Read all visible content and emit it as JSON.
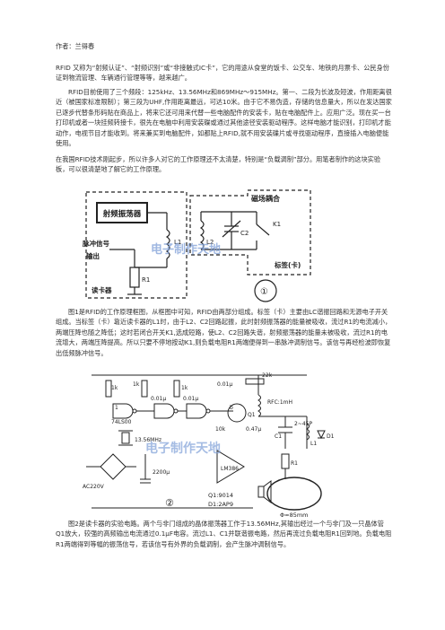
{
  "header": {
    "author": "作者：兰得春"
  },
  "paragraphs": {
    "p1": "RFID 又称为“射频认证”、“射频识别”或“非接触式IC卡”，它的用途从食堂的饭卡、公交车、地铁的月票卡、公民身份证到物流管理、车辆通行管理等等，越来越广。",
    "p2": "RFID目前使用了三个频段：125kHz、13.56MHz和869MHz～915MHz。第一、二段为长波及短波，作用距离很近（被国家标准限制）；第三段为UHF,作用距离最远，可达10米。由于它不易伪造，存储的信息量大，所以在发达国家已逐步代替条形码贴在商品上，将来它还可用来代替一些电脑配件的安装卡，贴在电脑配件上。应用广泛。现在买一台打印机或者一块挂频转接卡，很先在电脑中利用安装碟或通过其他途径安装驱动程序。这样电脑才能识别，打印机才能动作，电视节目才能收到。将来兼买到电脑配件，如都贴上RFID,就不用安装碟片或寻找驱动程序，直接插入电脑便能使用。",
    "p3": "在我国RFID技术刚起步，所以许多人对它的工作原理还不太清楚，特别是“负载调制”部分。用笔者制作的这块实验板，可以很清楚地了解它的工作原理。",
    "p4": "图1是RFID的工作原理框图，从框图中可知，RFID由两部分组成。标签（卡）主要由LC谐振回路和无源电子开关组成。当标签（卡）靠近读卡器的L1时，由于L2、C2回路起振，此时射频振荡器的能量被吸收，流过R1的电流减小，两端压降也随之降低；这时若闭合开关K1,选成短路，使L2、C2回路失谐，射频振荡器的能量未被吸收，流过R1的电流增大，两端压降提高。所以只要不停地按动K1,则负载电阻R1两端便得到一串脉冲调制信号。该信号再经检波即恢复出低频脉冲信号。",
    "p5": "图2是读卡器的实验电路。两个与非门组成的晶体振荡器工作于13.56MHz,其输出经过一个与非门及一只晶体管Q1放大，较强的高频输出电流通过0.1μF电容。流过L1、C1并联谐振电路，然后再流过负载电阻R1回到地。负载电阻R1两端得到等幅的振荡信号，若该信号有外界的负载调制，会产生脉冲调制信号。"
  },
  "figure1": {
    "coupling_label": "磁场耦合",
    "oscillator_label": "射频振荡器",
    "pulse_output_label_1": "脉冲信号",
    "pulse_output_label_2": "输出",
    "reader_label": "读卡器",
    "tag_label": "标签(卡)",
    "k1": "K1",
    "l1": "L1",
    "l2": "L2",
    "c2": "C2",
    "r1": "R1",
    "number": "①",
    "watermark": "电子制作天地"
  },
  "figure2": {
    "labels": {
      "k1a": "1k",
      "k1b": "1k",
      "k2": "1k",
      "cap01": "0.01μ",
      "cap01b": "0.01μ",
      "ic": "74LS00",
      "pin": "1",
      "cap22": "22k",
      "rfc": "RFC:1mH",
      "cap2_45": "2~45P",
      "c1": "C1",
      "l1": "L1",
      "d1": "D1",
      "q1": "Q1",
      "ac": "AC220V",
      "cap2200": "2200μ",
      "r1": "R1",
      "xtal": "13.56MHz",
      "ic2": "LM386",
      "parts_1": "Q1:9014",
      "parts_2": "D1:2AP9",
      "coil": "Φ=85mm",
      "number": "②",
      "cap01c": "0.01μ",
      "cap47": "0.47μ",
      "r10k": "10k",
      "b": "b"
    },
    "watermark": "电子制作天地"
  },
  "colors": {
    "ink": "#222222",
    "watermark": "#7fa0d8"
  }
}
